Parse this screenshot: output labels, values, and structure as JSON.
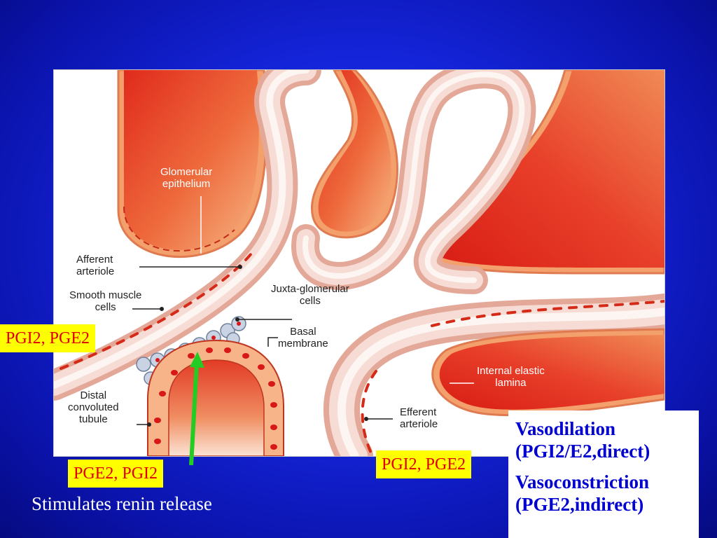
{
  "diagram": {
    "labels": {
      "glomerular_epithelium": [
        "Glomerular",
        "epithelium"
      ],
      "afferent_arteriole": [
        "Afferent",
        "arteriole"
      ],
      "smooth_muscle_cells": [
        "Smooth muscle",
        "cells"
      ],
      "juxta_glomerular_cells": [
        "Juxta-glomerular",
        "cells"
      ],
      "basal_membrane": [
        "Basal",
        "membrane"
      ],
      "distal_convoluted_tubule": [
        "Distal",
        "convoluted",
        "tubule"
      ],
      "internal_elastic_lamina": [
        "Internal elastic",
        "lamina"
      ],
      "efferent_arteriole": [
        "Efferent",
        "arteriole"
      ]
    },
    "colors": {
      "vessel_red": "#e8432a",
      "vessel_orange": "#f5a66a",
      "vessel_wall": "#f0c8b8",
      "tubule_nucleus": "#d81818",
      "jg_cell": "#c9d3e3",
      "arrow_green": "#22cc22"
    }
  },
  "annotations": {
    "afferent_prostaglandins": "PGI2, PGE2",
    "tubule_prostaglandins": "PGE2, PGI2",
    "efferent_prostaglandins": "PGI2, PGE2",
    "caption": "Stimulates renin release",
    "effects": {
      "vasodilation": "Vasodilation",
      "vasodilation_detail": "(PGI2/E2,direct)",
      "vasoconstriction": "Vasoconstriction",
      "vasoconstriction_detail": "(PGE2,indirect)"
    }
  },
  "colors": {
    "background": "#1424d8",
    "highlight_box": "#ffff00",
    "highlight_text": "#e00000",
    "effects_text": "#0000d0"
  }
}
